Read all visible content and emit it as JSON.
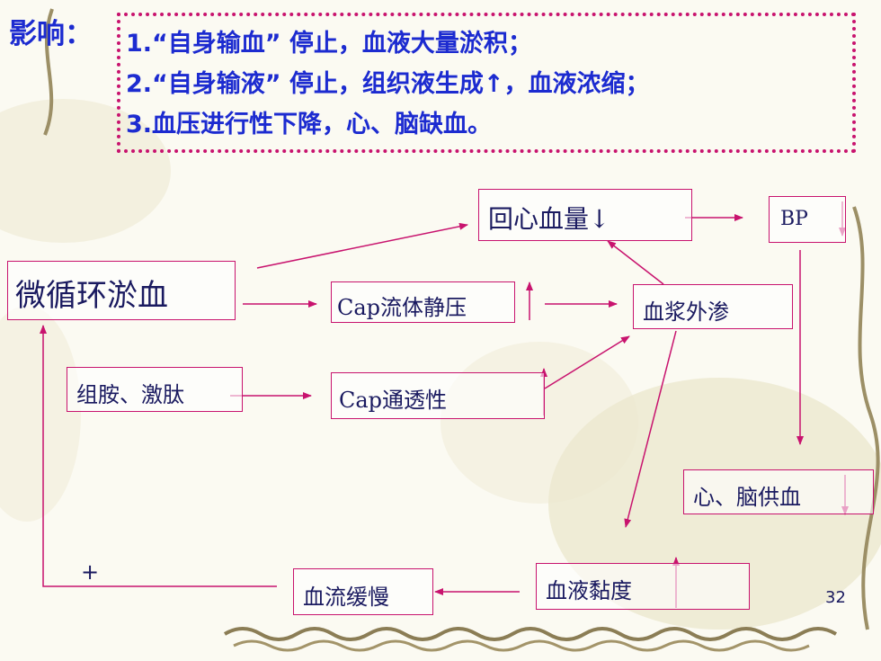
{
  "title": {
    "label": "影响：",
    "lines": [
      "1.“自身输血” 停止，血液大量淤积；",
      "2.“自身输液” 停止，组织液生成↑，血液浓缩；",
      "3.血压进行性下降，心、脑缺血。"
    ]
  },
  "nodes": {
    "micro": "微循环淤血",
    "return": "回心血量↓",
    "bp": "BP",
    "cap_pressure": "Cap流体静压",
    "plasma": "血浆外渗",
    "histamine": "组胺、激肽",
    "permeability": "Cap通透性",
    "heart_brain": "心、脑供血",
    "viscosity": "血液黏度",
    "slow": "血流缓慢"
  },
  "plus_sign": "+",
  "page_number": "32",
  "colors": {
    "title_text": "#1c2bd0",
    "border": "#c8136e",
    "node_text": "#1a1a60"
  }
}
